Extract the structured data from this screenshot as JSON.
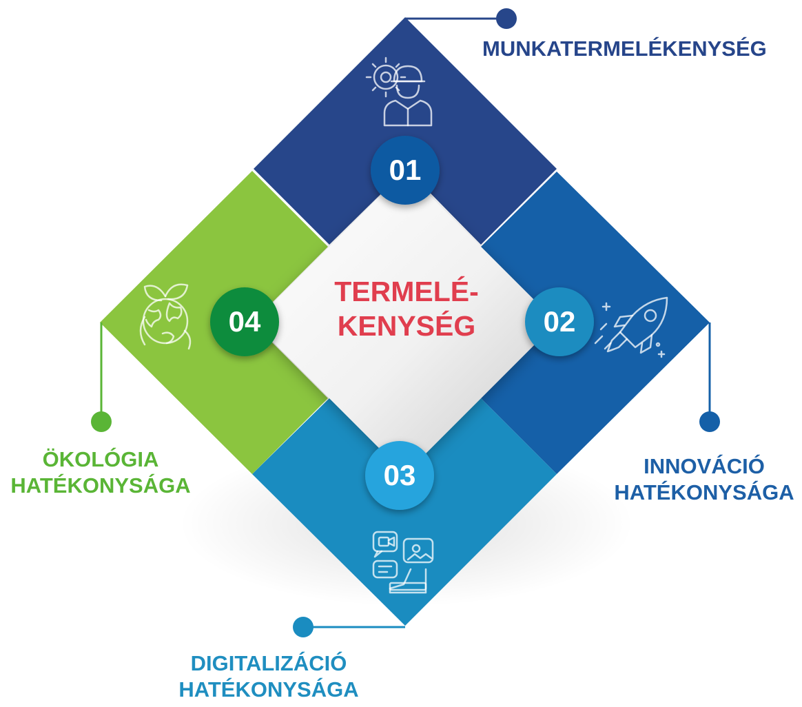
{
  "center": {
    "line1": "TERMELÉ-",
    "line2": "KENYSÉG",
    "color": "#e03e4e"
  },
  "segments": [
    {
      "number": "01",
      "label_lines": [
        "MUNKATERMELÉKENYSÉG"
      ],
      "color": "#27468a",
      "icon": "worker-gear-icon"
    },
    {
      "number": "02",
      "label_lines": [
        "INNOVÁCIÓ",
        "HATÉKONYSÁGA"
      ],
      "color": "#1560a8",
      "icon": "rocket-icon"
    },
    {
      "number": "03",
      "label_lines": [
        "DIGITALIZÁCIÓ",
        "HATÉKONYSÁGA"
      ],
      "color": "#1a8cc0",
      "icon": "digital-media-icon"
    },
    {
      "number": "04",
      "label_lines": [
        "ÖKOLÓGIA",
        "HATÉKONYSÁGA"
      ],
      "color": "#8bc53f",
      "icon": "globe-leaves-icon"
    }
  ]
}
